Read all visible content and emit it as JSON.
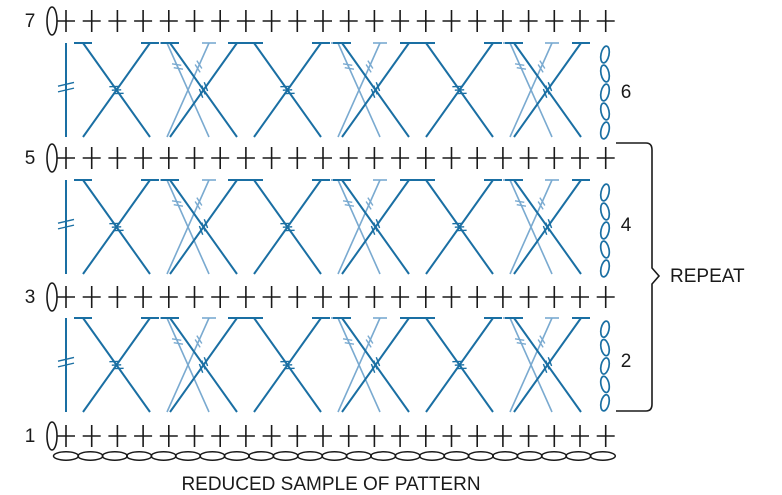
{
  "colors": {
    "ink": "#1a1a1a",
    "dark_blue": "#1a6fa3",
    "light_blue": "#7aaad0"
  },
  "row_labels": {
    "row1": "1",
    "row2": "2",
    "row3": "3",
    "row4": "4",
    "row5": "5",
    "row6": "6",
    "row7": "7"
  },
  "repeat_label": "REPEAT",
  "caption": "REDUCED SAMPLE OF PATTERN"
}
